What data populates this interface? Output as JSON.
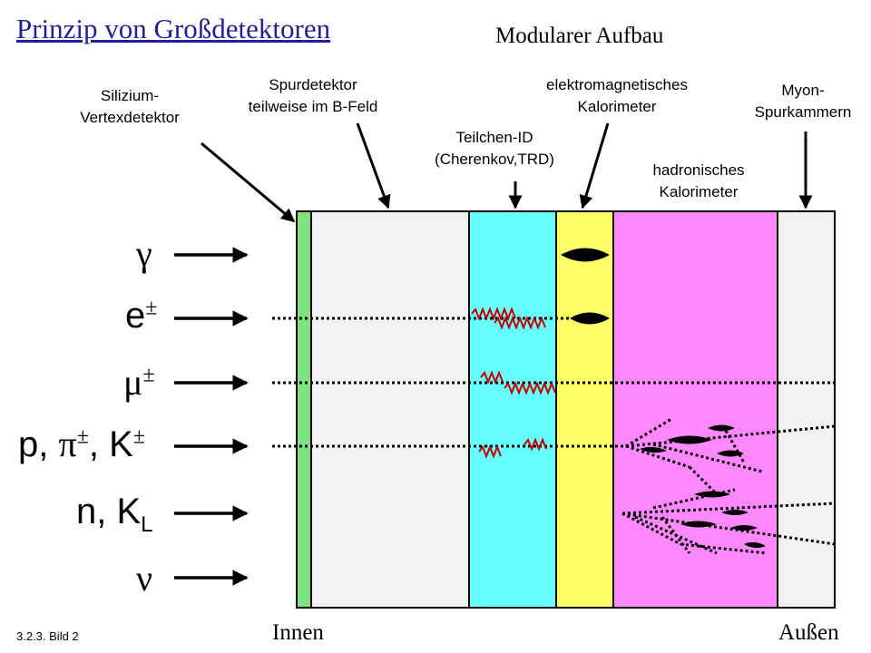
{
  "title": "Prinzip von Großdetektoren",
  "subtitle": "Modularer Aufbau",
  "footer_ref": "3.2.3. Bild 2",
  "side_labels": {
    "inner": "Innen",
    "outer": "Außen"
  },
  "layer_labels": {
    "silicon": [
      "Silizium-",
      "Vertexdetektor"
    ],
    "tracker": [
      "Spurdetektor",
      "teilweise im B-Feld"
    ],
    "pid": [
      "Teilchen-ID",
      "(Cherenkov,TRD)"
    ],
    "ecal": [
      "elektromagnetisches",
      "Kalorimeter"
    ],
    "hcal": [
      "hadronisches",
      "Kalorimeter"
    ],
    "muon": [
      "Myon-",
      "Spurkammern"
    ]
  },
  "particles": {
    "photon": {
      "symbol": "γ"
    },
    "electron": {
      "symbol": "e",
      "charge": "±"
    },
    "muon": {
      "symbol": "μ",
      "charge": "±"
    },
    "hadrons": {
      "p": "p, ",
      "pi": "π",
      "pi_charge": "±",
      "sep": ", K",
      "k_charge": "±"
    },
    "neutral": {
      "symbol": "n, K",
      "sub": "L"
    },
    "neutrino": {
      "symbol": "ν"
    }
  },
  "colors": {
    "silicon": "#7fe27f",
    "tracker": "#f2f2f2",
    "pid": "#66ffff",
    "ecal": "#ffff66",
    "hcal": "#ff88ff",
    "muon": "#f2f2f2",
    "title": "#1f1f9a",
    "radiation": "#cc0000"
  }
}
